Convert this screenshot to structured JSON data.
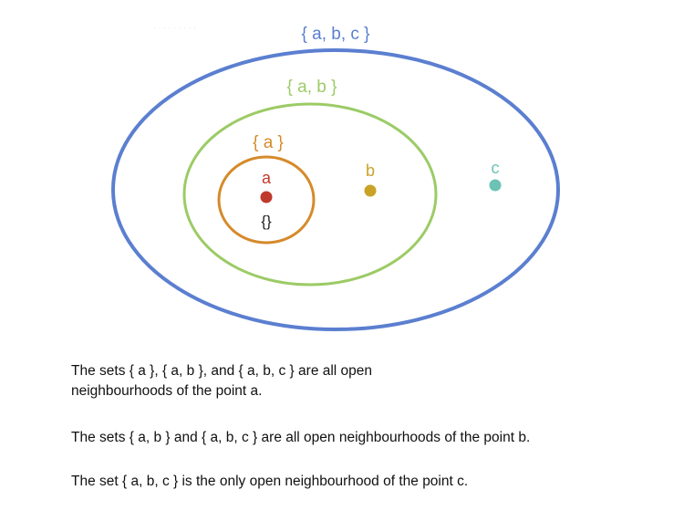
{
  "diagram": {
    "sets": [
      {
        "id": "abc",
        "label": "{ a, b, c }",
        "color": "#5b7fd0"
      },
      {
        "id": "ab",
        "label": "{ a, b }",
        "color": "#9ccb66"
      },
      {
        "id": "a",
        "label": "{ a }",
        "color": "#d58a2a"
      }
    ],
    "points": [
      {
        "id": "a",
        "label": "a",
        "color": "#c0392b"
      },
      {
        "id": "b",
        "label": "b",
        "color": "#c9a227"
      },
      {
        "id": "c",
        "label": "c",
        "color": "#6cc2b5"
      }
    ],
    "empty_set_label": "{}"
  },
  "captions": [
    "The sets { a }, { a, b }, and { a, b, c } are all open neighbourhoods of the point a.",
    "The sets { a, b } and { a, b, c } are all open neighbourhoods of the point b.",
    "The set { a, b, c } is the only open neighbourhood of the point c."
  ]
}
